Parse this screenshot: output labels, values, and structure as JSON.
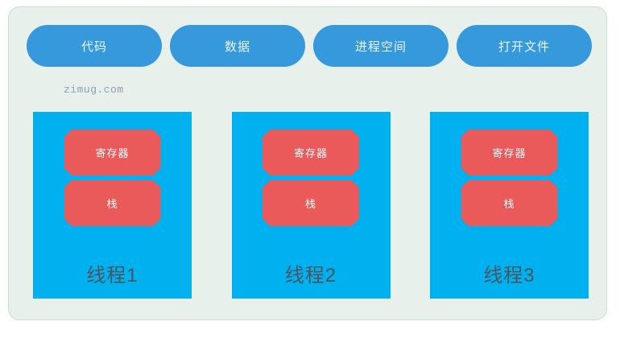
{
  "panel": {
    "name": "process-memory-diagram",
    "background_color": "#e7f0eb",
    "border_color": "#c8e0d4"
  },
  "segments": {
    "accent_color": "#3699db",
    "items": [
      {
        "label": "代码"
      },
      {
        "label": "数据"
      },
      {
        "label": "进程空间"
      },
      {
        "label": "打开文件"
      }
    ]
  },
  "watermark": {
    "text": "zimug.com"
  },
  "threads": {
    "box_color": "#00b0ef",
    "slot_color": "#ea5a5a",
    "label_color": "#4a5560",
    "items": [
      {
        "label": "线程1",
        "slots": [
          {
            "label": "寄存器"
          },
          {
            "label": "栈"
          }
        ]
      },
      {
        "label": "线程2",
        "slots": [
          {
            "label": "寄存器"
          },
          {
            "label": "栈"
          }
        ]
      },
      {
        "label": "线程3",
        "slots": [
          {
            "label": "寄存器"
          },
          {
            "label": "栈"
          }
        ]
      }
    ]
  }
}
